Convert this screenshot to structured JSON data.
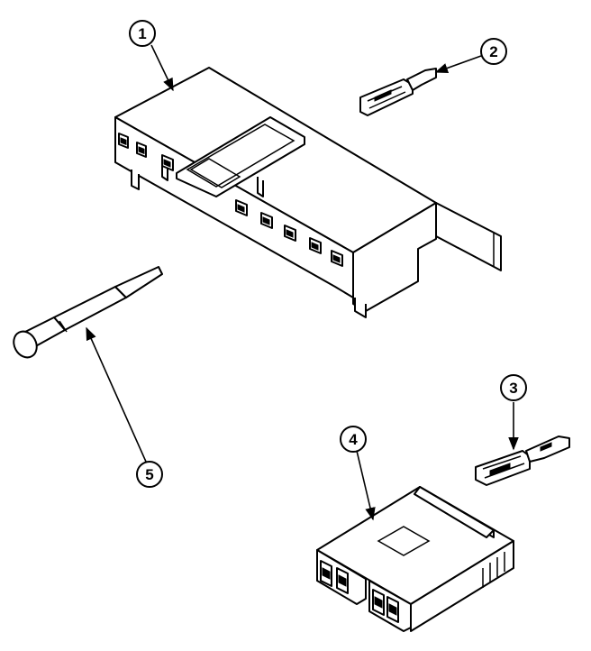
{
  "callouts": {
    "c1": "1",
    "c2": "2",
    "c3": "3",
    "c4": "4",
    "c5": "5"
  },
  "colors": {
    "line": "#000000",
    "background": "#ffffff"
  },
  "icons": [
    "connector-housing-large",
    "terminal-clip",
    "terminal-clip",
    "connector-housing-small",
    "thermal-fuse-probe"
  ]
}
